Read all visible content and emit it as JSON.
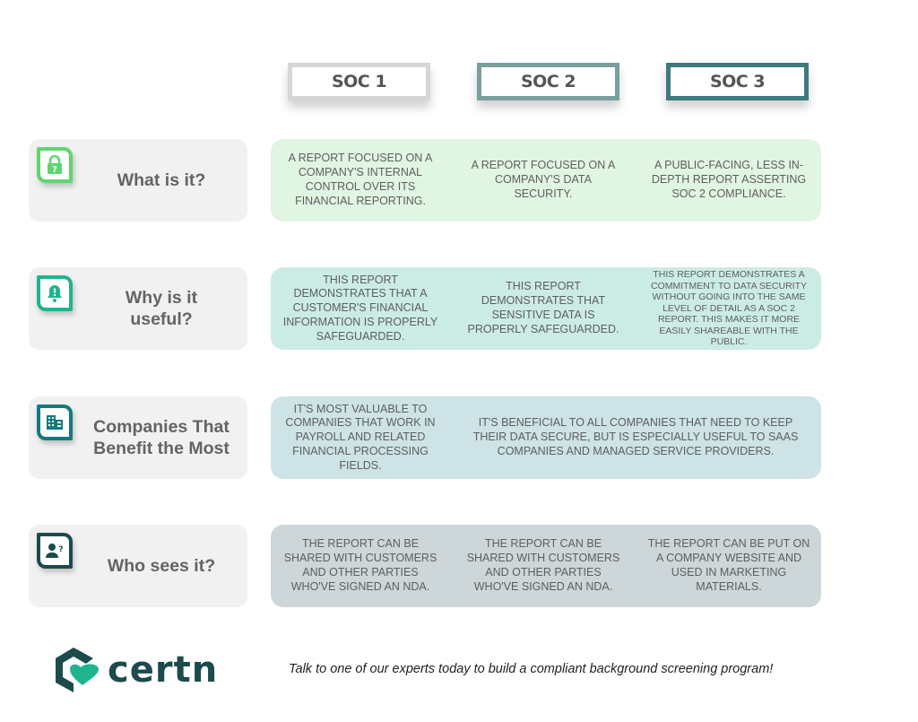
{
  "columns": [
    {
      "label": "SOC 1"
    },
    {
      "label": "SOC 2"
    },
    {
      "label": "SOC 3"
    }
  ],
  "rows": [
    {
      "label": "What is it?",
      "icon": "lock-question-icon",
      "icon_color": "#5dd66f",
      "bg_color": "#e1f5e3",
      "cells": [
        "A REPORT FOCUSED ON A COMPANY'S INTERNAL CONTROL OVER ITS FINANCIAL REPORTING.",
        "A REPORT FOCUSED ON A COMPANY'S DATA SECURITY.",
        "A PUBLIC-FACING, LESS IN-DEPTH REPORT ASSERTING SOC 2 COMPLIANCE."
      ]
    },
    {
      "label": "Why is it useful?",
      "icon": "bell-alert-icon",
      "icon_color": "#1eb58e",
      "bg_color": "#cbece4",
      "cells": [
        "THIS REPORT DEMONSTRATES THAT A CUSTOMER'S FINANCIAL INFORMATION IS PROPERLY SAFEGUARDED.",
        "THIS REPORT DEMONSTRATES THAT SENSITIVE DATA IS PROPERLY SAFEGUARDED.",
        "THIS REPORT DEMONSTRATES A COMMITMENT TO DATA SECURITY WITHOUT GOING INTO THE SAME LEVEL OF DETAIL AS A SOC 2 REPORT. THIS MAKES IT MORE EASILY SHAREABLE WITH THE PUBLIC."
      ]
    },
    {
      "label": "Companies That Benefit the Most",
      "icon": "building-icon",
      "icon_color": "#137a7e",
      "bg_color": "#cde3e6",
      "cells": [
        "IT'S MOST VALUABLE TO COMPANIES THAT WORK IN PAYROLL AND RELATED FINANCIAL PROCESSING FIELDS.",
        "IT'S BENEFICIAL TO ALL COMPANIES THAT NEED TO KEEP THEIR DATA SECURE, BUT IS ESPECIALLY USEFUL TO SAAS COMPANIES AND MANAGED SERVICE PROVIDERS."
      ]
    },
    {
      "label": "Who sees it?",
      "icon": "person-question-icon",
      "icon_color": "#1c4a4d",
      "bg_color": "#cdd6d8",
      "cells": [
        "THE REPORT CAN BE SHARED WITH CUSTOMERS AND OTHER PARTIES WHO'VE SIGNED AN NDA.",
        "THE REPORT CAN BE SHARED WITH CUSTOMERS AND OTHER PARTIES WHO'VE SIGNED AN NDA.",
        "THE REPORT CAN BE PUT ON A COMPANY WEBSITE AND USED IN MARKETING MATERIALS."
      ]
    }
  ],
  "footer": {
    "brand": "certn",
    "brand_colors": {
      "dark": "#1c4a4d",
      "accent": "#1eb58e"
    },
    "cta": "Talk to one of our experts today to build a compliant background screening program!"
  }
}
